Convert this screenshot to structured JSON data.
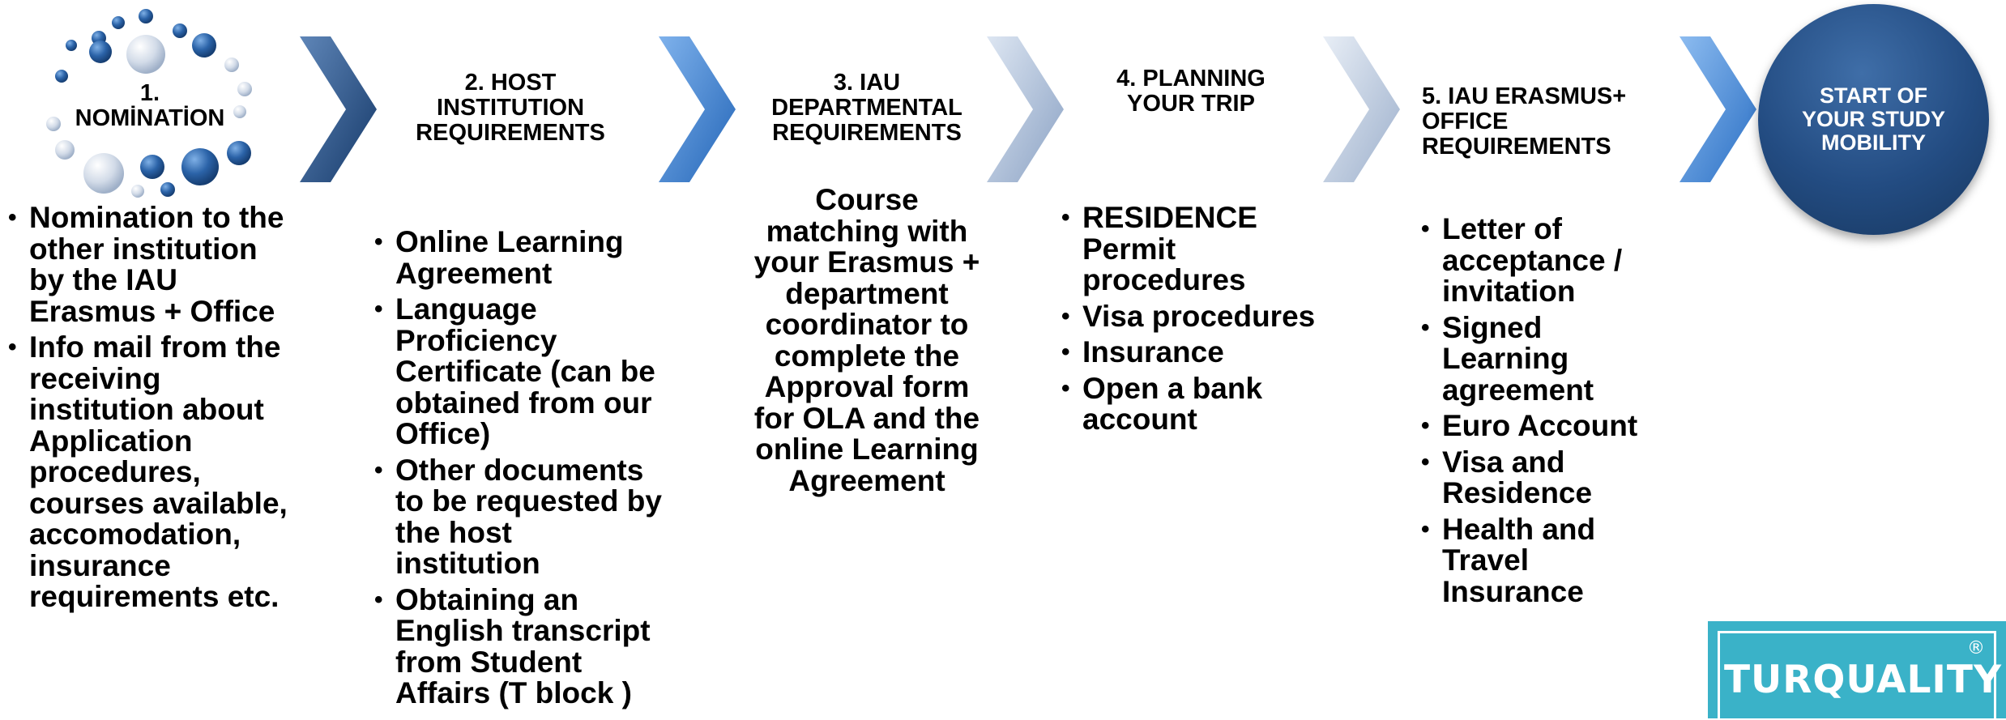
{
  "steps": [
    {
      "title": "1.\nNOMİNATİON",
      "items": [
        "Nomination to the other institution by the IAU Erasmus + Office",
        "Info mail from the receiving institution about Application procedures, courses available, accomodation, insurance requirements etc."
      ]
    },
    {
      "title": "2. HOST\nINSTITUTION\nREQUIREMENTS",
      "items": [
        "Online Learning Agreement",
        "Language Proficiency Certificate (can be obtained from our Office)",
        "Other documents to be requested by the host institution",
        "Obtaining an English transcript from Student Affairs (T block )"
      ]
    },
    {
      "title": "3. IAU\nDEPARTMENTAL\nREQUIREMENTS",
      "paragraph": "Course matching with your Erasmus + department coordinator to complete the Approval form for OLA and the online Learning Agreement"
    },
    {
      "title": "4. PLANNING\nYOUR TRIP",
      "items": [
        "RESIDENCE Permit procedures",
        "Visa procedures",
        "Insurance",
        "Open a bank account"
      ]
    },
    {
      "title": "5. IAU ERASMUS+\nOFFICE\nREQUIREMENTS",
      "items": [
        "Letter of acceptance / invitation",
        "Signed Learning agreement",
        "Euro Account",
        "Visa and Residence",
        "Health and Travel Insurance"
      ]
    }
  ],
  "final": {
    "title": "START OF\nYOUR STUDY\nMOBILITY"
  },
  "logo": {
    "text": "TURQUALITY",
    "mark": "®"
  },
  "colors": {
    "dark_blue": "#234c82",
    "mid_blue": "#3b7fcf",
    "light_blue": "#a9bdd9",
    "turquoise": "#3ab2c8"
  },
  "icons": [
    "bubble-cluster-icon",
    "chevron-arrow-icon"
  ]
}
